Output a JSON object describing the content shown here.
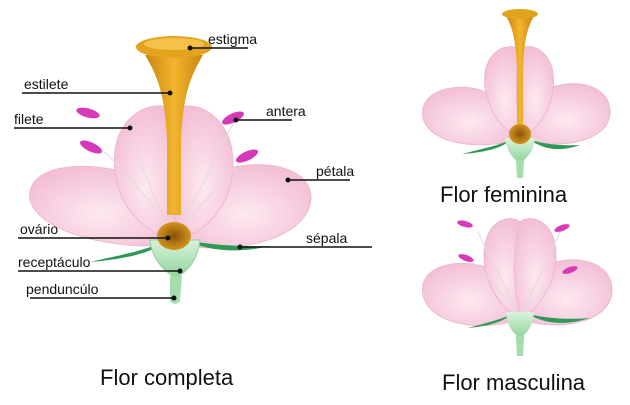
{
  "labels": {
    "estigma": "estigma",
    "estilete": "estilete",
    "filete": "filete",
    "antera": "antera",
    "petala": "pétala",
    "ovario": "ovário",
    "sepala": "sépala",
    "receptaculo": "receptáculo",
    "penduncul": "penduncúlo"
  },
  "captions": {
    "complete": "Flor completa",
    "female": "Flor feminina",
    "male": "Flor masculina"
  },
  "colors": {
    "petal": "#f6c9dc",
    "pistil": "#e0a21c",
    "anther": "#d63ab8",
    "sepal": "#2f9a55",
    "receptacle": "#bfe9c4"
  }
}
